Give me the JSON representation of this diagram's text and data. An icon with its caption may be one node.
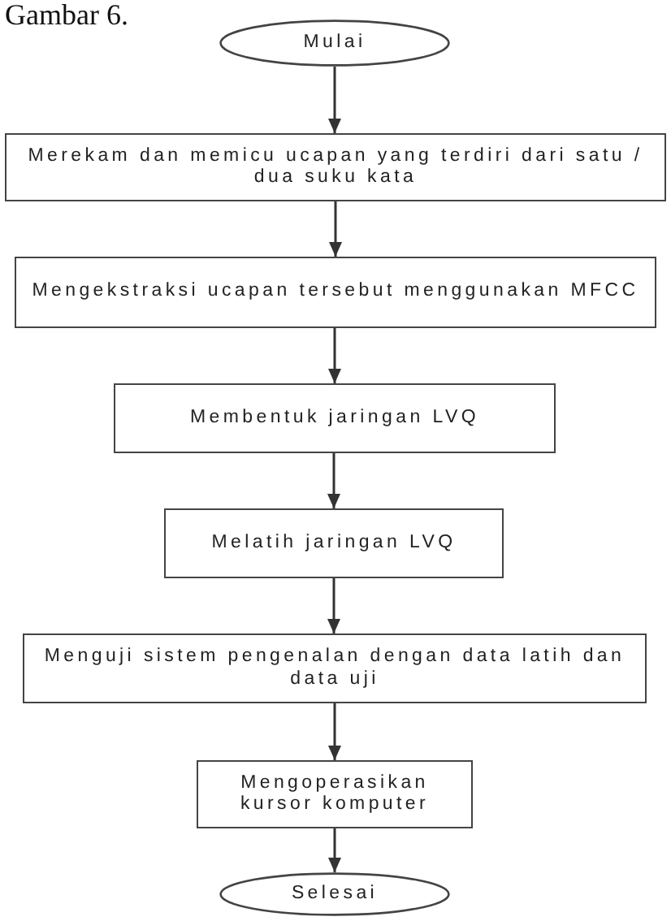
{
  "diagram": {
    "title": "Gambar 6.",
    "nodes": [
      {
        "text": [
          "Mulai"
        ]
      },
      {
        "text": [
          "Merekam dan memicu ucapan yang terdiri dari satu / dua suku kata"
        ]
      },
      {
        "text": [
          "Mengekstraksi ucapan tersebut menggunakan MFCC"
        ]
      },
      {
        "text": [
          "Membentuk jaringan LVQ"
        ]
      },
      {
        "text": [
          "Melatih jaringan LVQ"
        ]
      },
      {
        "text": [
          "Menguji sistem pengenalan dengan data latih dan data uji"
        ]
      },
      {
        "text": [
          "Mengoperasikan kursor komputer"
        ]
      },
      {
        "text": [
          "Selesai"
        ]
      }
    ],
    "edges": [
      {
        "from": 0,
        "to": 1,
        "arrow": "to"
      },
      {
        "from": 1,
        "to": 2,
        "arrow": "to"
      },
      {
        "from": 2,
        "to": 3,
        "arrow": "to"
      },
      {
        "from": 3,
        "to": 4,
        "arrow": "to"
      },
      {
        "from": 4,
        "to": 5,
        "arrow": "to"
      },
      {
        "from": 5,
        "to": 6,
        "arrow": "to"
      },
      {
        "from": 6,
        "to": 7,
        "arrow": "to"
      }
    ]
  }
}
